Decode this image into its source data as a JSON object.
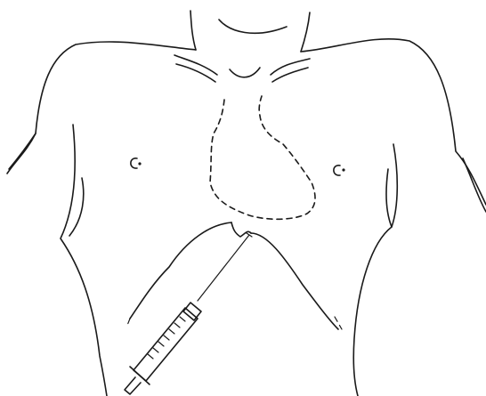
{
  "figure": {
    "background": "#ffffff",
    "line_color": "#1a1a1a",
    "subject": "torso-line-drawing",
    "elements": [
      "neck",
      "shoulders",
      "clavicles",
      "suprasternal-notch",
      "nipples",
      "cardiac-silhouette-dashed",
      "costal-margins",
      "xiphoid-process",
      "syringe-with-needle"
    ]
  }
}
